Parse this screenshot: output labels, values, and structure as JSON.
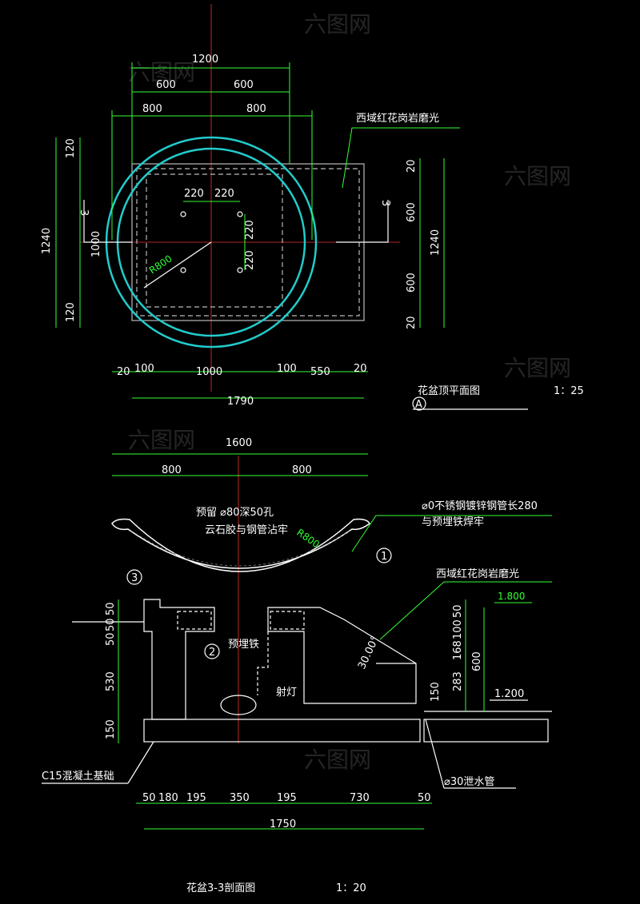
{
  "plan": {
    "title": "花盆顶平面图",
    "scale": "1：25",
    "marker": "A",
    "material_note": "西域红花岗岩磨光",
    "section_marks": [
      "3",
      "3"
    ],
    "radius_label": "R800",
    "dims_top": [
      "1200",
      "600",
      "600",
      "800",
      "800"
    ],
    "dims_inner": [
      "220",
      "220",
      "220",
      "220"
    ],
    "dims_left": [
      "120",
      "1240",
      "1000",
      "120"
    ],
    "dims_right": [
      "20",
      "600",
      "1240",
      "600",
      "20"
    ],
    "dims_bottom": [
      "20",
      "100",
      "1000",
      "100",
      "550",
      "20",
      "1790"
    ]
  },
  "section": {
    "title": "花盆3-3剖面图",
    "scale": "1：20",
    "dims_top": [
      "1600",
      "800",
      "800"
    ],
    "radius_label": "R800",
    "note_hole": "预留  ⌀80深50孔",
    "note_glue": "云石胶与钢管沾牢",
    "note_pipe": "⌀0不锈钢镀锌钢管长280",
    "note_weld": "与预埋铁焊牢",
    "material_note": "西域红花岗岩磨光",
    "embedded_iron": "预埋铁",
    "spot_light": "射灯",
    "concrete": "C15混凝土基础",
    "drain": "⌀30泄水管",
    "angle": "30.00°",
    "callouts": [
      "1",
      "2",
      "3"
    ],
    "elev_top": "1.800",
    "elev_low": "1.200",
    "dims_left": [
      "50",
      "50",
      "50",
      "530",
      "150"
    ],
    "dims_right": [
      "50",
      "100",
      "168",
      "283",
      "600",
      "150"
    ],
    "dims_bottom": [
      "50",
      "180",
      "195",
      "350",
      "195",
      "730",
      "50",
      "1750"
    ]
  },
  "watermark": "六图网"
}
